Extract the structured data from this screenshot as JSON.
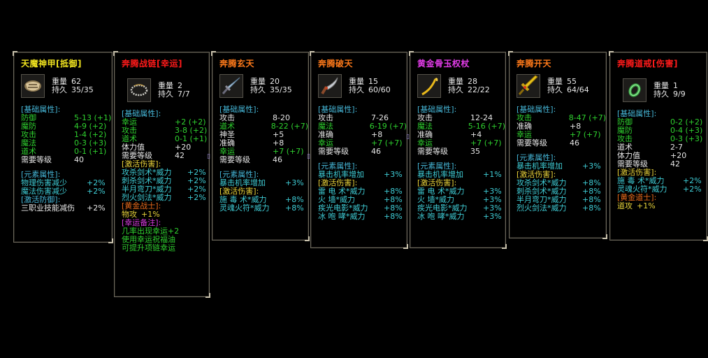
{
  "colors": {
    "background": "#000000",
    "frame": "#6e6a5e",
    "title_yellow": "#f2e51f",
    "title_red": "#ff1a1a",
    "title_orange": "#ff7a1a",
    "title_purple": "#e23ce8",
    "stat_green": "#2fd12f",
    "stat_white": "#e6e6e6",
    "section_cyan": "#46b7d8",
    "effect_cyan": "#3fcdd6"
  },
  "labels": {
    "weight": "重量",
    "durability": "持久"
  },
  "items": [
    {
      "title": "天魔神甲[抵御]",
      "title_color": "#f2e51f",
      "icon": "armor-icon",
      "weight": "62",
      "durability": "35/35",
      "sections": [
        {
          "header": "[基础属性]:",
          "rows": [
            {
              "k": "防御",
              "v": "5-13 (+1)",
              "c": "green"
            },
            {
              "k": "魔防",
              "v": "4-9 (+2)",
              "c": "green"
            },
            {
              "k": "攻击",
              "v": "1-4 (+2)",
              "c": "green"
            },
            {
              "k": "魔法",
              "v": "0-3 (+3)",
              "c": "green"
            },
            {
              "k": "道术",
              "v": "0-1 (+1)",
              "c": "green"
            },
            {
              "k": "需要等级",
              "v": "40",
              "c": "white"
            }
          ]
        },
        {
          "header": "[元素属性]:",
          "rows": [
            {
              "k": "物理伤害减少",
              "v": "+2%",
              "c": "cyan"
            },
            {
              "k": "魔法伤害减少",
              "v": "+2%",
              "c": "cyan"
            }
          ]
        },
        {
          "header": "[激活防御]:",
          "rows": [
            {
              "k": "三职业技能减伤",
              "v": "+2%",
              "c": "white"
            }
          ]
        }
      ]
    },
    {
      "title": "奔腾战链[幸运]",
      "title_color": "#ff1a1a",
      "icon": "necklace-icon",
      "weight": "2",
      "durability": "7/7",
      "sections": [
        {
          "header": "[基础属性]:",
          "rows": [
            {
              "k": "幸运",
              "v": "+2 (+2)",
              "c": "green"
            },
            {
              "k": "攻击",
              "v": "3-8 (+2)",
              "c": "green"
            },
            {
              "k": "道术",
              "v": "0-1 (+1)",
              "c": "green"
            },
            {
              "k": "体力值",
              "v": "+20",
              "c": "white"
            },
            {
              "k": "需要等级",
              "v": "42",
              "c": "white"
            }
          ]
        },
        {
          "header": "[激活伤害]:",
          "header_color": "yellow",
          "rows": [
            {
              "k": "攻杀剑术*威力",
              "v": "+2%",
              "c": "cyan"
            },
            {
              "k": "刺杀剑术*威力",
              "v": "+2%",
              "c": "cyan"
            },
            {
              "k": "半月弯刀*威力",
              "v": "+2%",
              "c": "cyan"
            },
            {
              "k": "烈火剑法*威力",
              "v": "+2%",
              "c": "cyan"
            }
          ]
        },
        {
          "header": "[黄金战士]:",
          "header_color": "orange",
          "rows": [
            {
              "k": "物攻",
              "v": "+1%",
              "c": "gold",
              "inline": true
            }
          ]
        },
        {
          "header": "[幸运备注]:",
          "header_color": "purple",
          "rows": [
            {
              "k": "几率出现幸运+2",
              "v": "",
              "c": "green",
              "inline": true
            },
            {
              "k": "使用幸运祝福油",
              "v": "",
              "c": "green",
              "inline": true
            },
            {
              "k": "可提升项链幸运",
              "v": "",
              "c": "green",
              "inline": true
            }
          ]
        }
      ]
    },
    {
      "title": "奔腾玄天",
      "title_color": "#ff7a1a",
      "icon": "sword-icon",
      "weight": "20",
      "durability": "35/35",
      "sections": [
        {
          "header": "[基础属性]:",
          "rows": [
            {
              "k": "攻击",
              "v": "8-20",
              "c": "white"
            },
            {
              "k": "道术",
              "v": "8-22 (+7)",
              "c": "green"
            },
            {
              "k": "神圣",
              "v": "+5",
              "c": "white"
            },
            {
              "k": "准确",
              "v": "+8",
              "c": "white"
            },
            {
              "k": "幸运",
              "v": "+7 (+7)",
              "c": "green"
            },
            {
              "k": "需要等级",
              "v": "46",
              "c": "white"
            }
          ]
        },
        {
          "header": "[元素属性]:",
          "rows": [
            {
              "k": "暴击机率增加",
              "v": "+3%",
              "c": "cyan"
            }
          ]
        },
        {
          "header": "[激活伤害]:",
          "header_color": "yellow",
          "rows": [
            {
              "k": "施 毒 术*威力",
              "v": "+8%",
              "c": "cyan"
            },
            {
              "k": "灵魂火符*威力",
              "v": "+8%",
              "c": "cyan"
            }
          ]
        }
      ]
    },
    {
      "title": "奔腾破天",
      "title_color": "#ff7a1a",
      "icon": "blade-icon",
      "weight": "15",
      "durability": "60/60",
      "sections": [
        {
          "header": "[基础属性]:",
          "rows": [
            {
              "k": "攻击",
              "v": "7-26",
              "c": "white"
            },
            {
              "k": "魔法",
              "v": "6-19 (+7)",
              "c": "green"
            },
            {
              "k": "准确",
              "v": "+8",
              "c": "white"
            },
            {
              "k": "幸运",
              "v": "+7 (+7)",
              "c": "green"
            },
            {
              "k": "需要等级",
              "v": "46",
              "c": "white"
            }
          ]
        },
        {
          "header": "[元素属性]:",
          "rows": [
            {
              "k": "暴击机率增加",
              "v": "+3%",
              "c": "cyan"
            }
          ]
        },
        {
          "header": "[激活伤害]:",
          "header_color": "yellow",
          "rows": [
            {
              "k": "雷 电 术*威力",
              "v": "+8%",
              "c": "cyan"
            },
            {
              "k": "火    墙*威力",
              "v": "+8%",
              "c": "cyan"
            },
            {
              "k": "疾光电影*威力",
              "v": "+8%",
              "c": "cyan"
            },
            {
              "k": "冰 咆 哮*威力",
              "v": "+8%",
              "c": "cyan"
            }
          ]
        }
      ]
    },
    {
      "title": "黄金骨玉权杖",
      "title_color": "#e23ce8",
      "icon": "scepter-icon",
      "weight": "28",
      "durability": "22/22",
      "sections": [
        {
          "header": "[基础属性]:",
          "rows": [
            {
              "k": "攻击",
              "v": "12-24",
              "c": "white"
            },
            {
              "k": "魔法",
              "v": "5-16 (+7)",
              "c": "green"
            },
            {
              "k": "准确",
              "v": "+4",
              "c": "white"
            },
            {
              "k": "幸运",
              "v": "+7 (+7)",
              "c": "green"
            },
            {
              "k": "需要等级",
              "v": "35",
              "c": "white"
            }
          ]
        },
        {
          "header": "[元素属性]:",
          "rows": [
            {
              "k": "暴击机率增加",
              "v": "+1%",
              "c": "cyan"
            }
          ]
        },
        {
          "header": "[激活伤害]:",
          "header_color": "yellow",
          "rows": [
            {
              "k": "雷 电 术*威力",
              "v": "+3%",
              "c": "cyan"
            },
            {
              "k": "火    墙*威力",
              "v": "+3%",
              "c": "cyan"
            },
            {
              "k": "疾光电影*威力",
              "v": "+3%",
              "c": "cyan"
            },
            {
              "k": "冰 咆 哮*威力",
              "v": "+3%",
              "c": "cyan"
            }
          ]
        }
      ]
    },
    {
      "title": "奔腾开天",
      "title_color": "#ff7a1a",
      "icon": "greatsword-icon",
      "weight": "55",
      "durability": "64/64",
      "sections": [
        {
          "header": "[基础属性]:",
          "rows": [
            {
              "k": "攻击",
              "v": "8-47 (+7)",
              "c": "green"
            },
            {
              "k": "准确",
              "v": "+8",
              "c": "white"
            },
            {
              "k": "幸运",
              "v": "+7 (+7)",
              "c": "green"
            },
            {
              "k": "需要等级",
              "v": "46",
              "c": "white"
            }
          ]
        },
        {
          "header": "[元素属性]:",
          "rows": [
            {
              "k": "暴击机率增加",
              "v": "+3%",
              "c": "cyan"
            }
          ]
        },
        {
          "header": "[激活伤害]:",
          "header_color": "yellow",
          "rows": [
            {
              "k": "攻杀剑术*威力",
              "v": "+8%",
              "c": "cyan"
            },
            {
              "k": "刺杀剑术*威力",
              "v": "+8%",
              "c": "cyan"
            },
            {
              "k": "半月弯刀*威力",
              "v": "+8%",
              "c": "cyan"
            },
            {
              "k": "烈火剑法*威力",
              "v": "+8%",
              "c": "cyan"
            }
          ]
        }
      ]
    },
    {
      "title": "奔腾道戒[伤害]",
      "title_color": "#ff1a1a",
      "icon": "ring-icon",
      "weight": "1",
      "durability": "9/9",
      "sections": [
        {
          "header": "[基础属性]:",
          "rows": [
            {
              "k": "防御",
              "v": "0-2 (+2)",
              "c": "green"
            },
            {
              "k": "魔防",
              "v": "0-4 (+3)",
              "c": "green"
            },
            {
              "k": "攻击",
              "v": "0-3 (+3)",
              "c": "green"
            },
            {
              "k": "道术",
              "v": "2-7",
              "c": "white"
            },
            {
              "k": "体力值",
              "v": "+20",
              "c": "white"
            },
            {
              "k": "需要等级",
              "v": "42",
              "c": "white"
            }
          ]
        },
        {
          "header": "[激活伤害]:",
          "header_color": "yellow",
          "rows": [
            {
              "k": "施 毒 术*威力",
              "v": "+2%",
              "c": "cyan"
            },
            {
              "k": "灵魂火符*威力",
              "v": "+2%",
              "c": "cyan"
            }
          ]
        },
        {
          "header": "[黄金道士]:",
          "header_color": "orange",
          "rows": [
            {
              "k": "道攻",
              "v": "+1%",
              "c": "gold",
              "inline": true
            }
          ]
        }
      ]
    }
  ]
}
